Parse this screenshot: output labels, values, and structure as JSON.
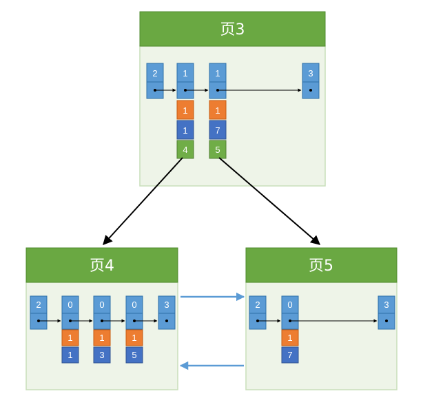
{
  "colors": {
    "header": "#6aa842",
    "header_border": "#4e8a2c",
    "page_body": "#eef4e8",
    "page_border": "#c9dfba",
    "blue_cell": "#5b9bd5",
    "blue_cell_border": "#2e6fa8",
    "orange_cell": "#ed7d31",
    "dark_blue_cell": "#4472c4",
    "green_cell": "#70ad47",
    "tree_arrow": "#000000",
    "link_arrow": "#5b9bd5"
  },
  "pages": [
    {
      "id": "page3",
      "title": "页3",
      "records": [
        {
          "header": "2",
          "values": []
        },
        {
          "header": "1",
          "values": [
            {
              "text": "1",
              "color": "orange"
            },
            {
              "text": "1",
              "color": "dark_blue"
            },
            {
              "text": "4",
              "color": "green"
            }
          ]
        },
        {
          "header": "1",
          "values": [
            {
              "text": "1",
              "color": "orange"
            },
            {
              "text": "7",
              "color": "dark_blue"
            },
            {
              "text": "5",
              "color": "green"
            }
          ]
        },
        {
          "header": "3",
          "values": []
        }
      ]
    },
    {
      "id": "page4",
      "title": "页4",
      "records": [
        {
          "header": "2",
          "values": []
        },
        {
          "header": "0",
          "values": [
            {
              "text": "1",
              "color": "orange"
            },
            {
              "text": "1",
              "color": "dark_blue"
            }
          ]
        },
        {
          "header": "0",
          "values": [
            {
              "text": "1",
              "color": "orange"
            },
            {
              "text": "3",
              "color": "dark_blue"
            }
          ]
        },
        {
          "header": "0",
          "values": [
            {
              "text": "1",
              "color": "orange"
            },
            {
              "text": "5",
              "color": "dark_blue"
            }
          ]
        },
        {
          "header": "3",
          "values": []
        }
      ]
    },
    {
      "id": "page5",
      "title": "页5",
      "records": [
        {
          "header": "2",
          "values": []
        },
        {
          "header": "0",
          "values": [
            {
              "text": "1",
              "color": "orange"
            },
            {
              "text": "7",
              "color": "dark_blue"
            }
          ]
        },
        {
          "header": "3",
          "values": []
        }
      ]
    }
  ]
}
